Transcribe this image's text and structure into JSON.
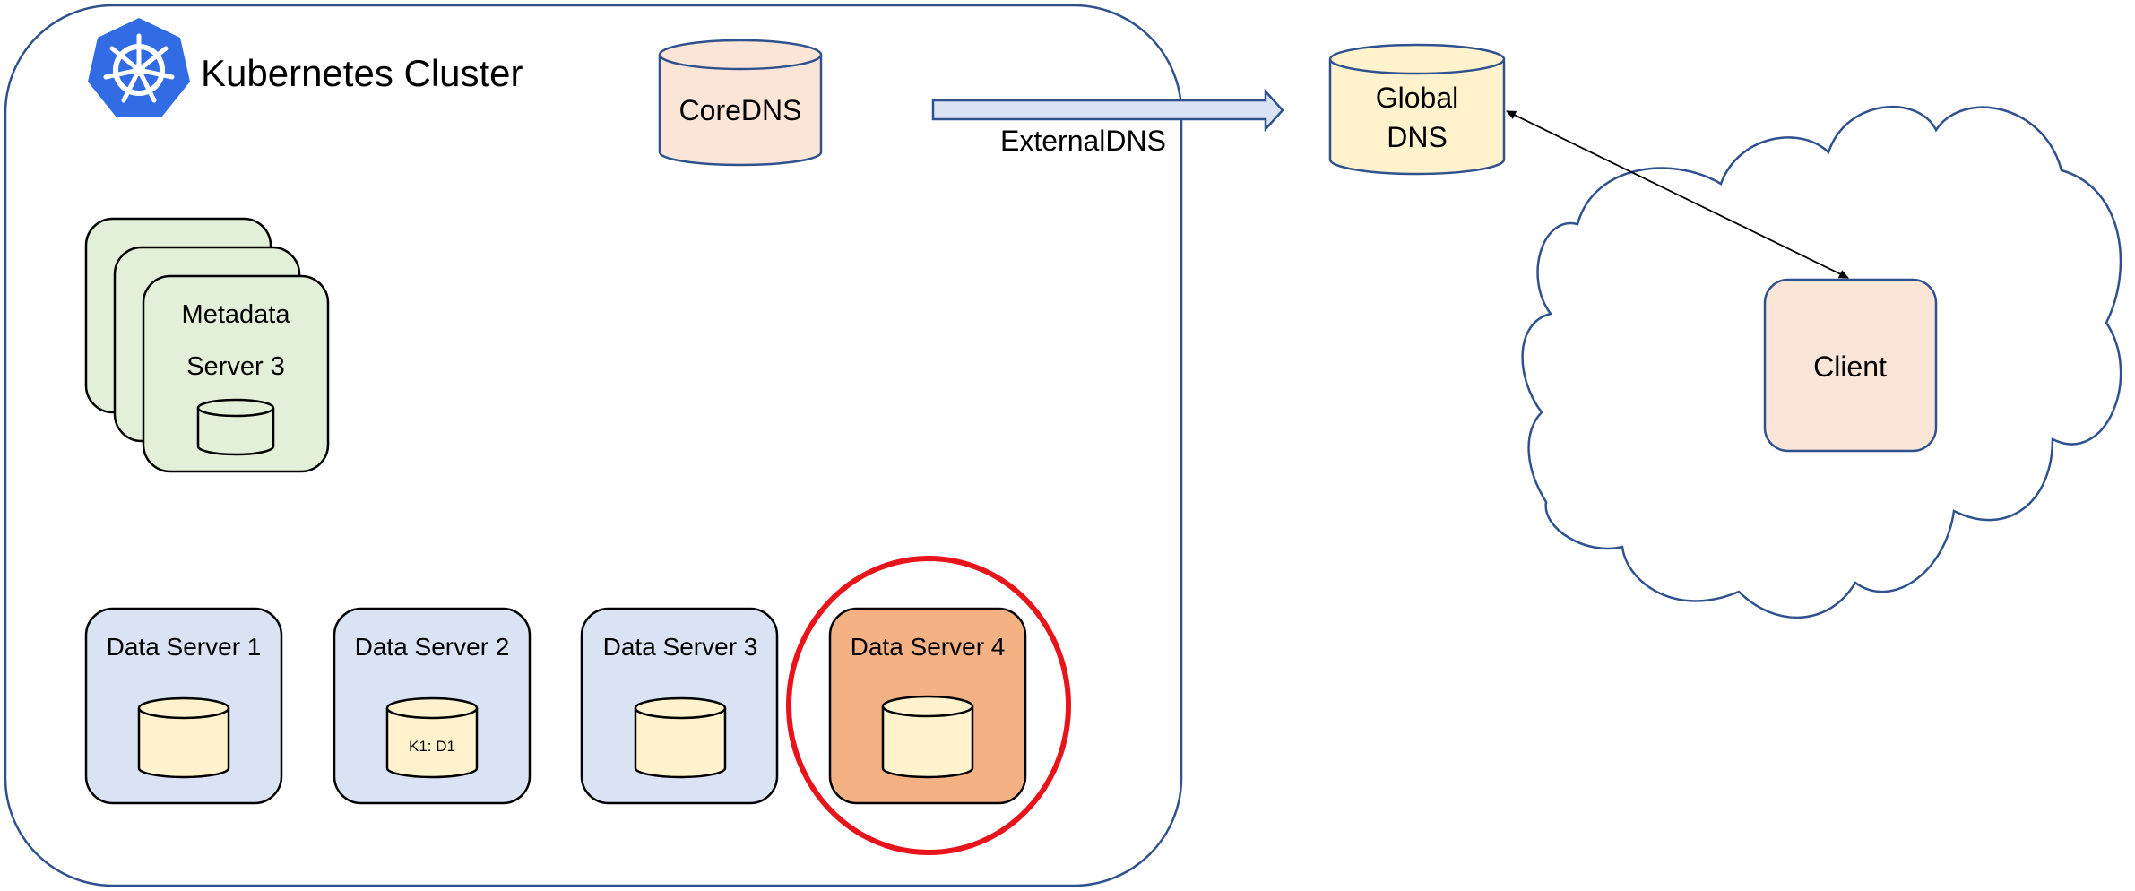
{
  "cluster": {
    "title": "Kubernetes Cluster",
    "logo_icon": "kubernetes-helm-icon",
    "border_color": "#2f528f"
  },
  "coredns": {
    "label": "CoreDNS",
    "fill": "#fbe5d6"
  },
  "external_dns": {
    "label": "ExternalDNS",
    "arrow_fill": "#dae3f3"
  },
  "global_dns": {
    "line1": "Global",
    "line2": "DNS",
    "fill": "#fff2cc"
  },
  "metadata_servers": {
    "label_line1": "Metadata",
    "label_line2": "Server 3",
    "fill": "#e2f0d9"
  },
  "data_servers": [
    {
      "label": "Data Server 1",
      "db_label": ""
    },
    {
      "label": "Data Server 2",
      "db_label": "K1: D1"
    },
    {
      "label": "Data Server 3",
      "db_label": ""
    },
    {
      "label": "Data Server 4",
      "db_label": ""
    }
  ],
  "colors": {
    "data_server_fill": "#dae3f3",
    "highlight_server_fill": "#f4b183",
    "db_fill": "#fff2cc",
    "highlight_ring": "#e8141b",
    "client_fill": "#fbe5d6"
  },
  "client": {
    "label": "Client",
    "container_icon": "cloud-shape"
  }
}
